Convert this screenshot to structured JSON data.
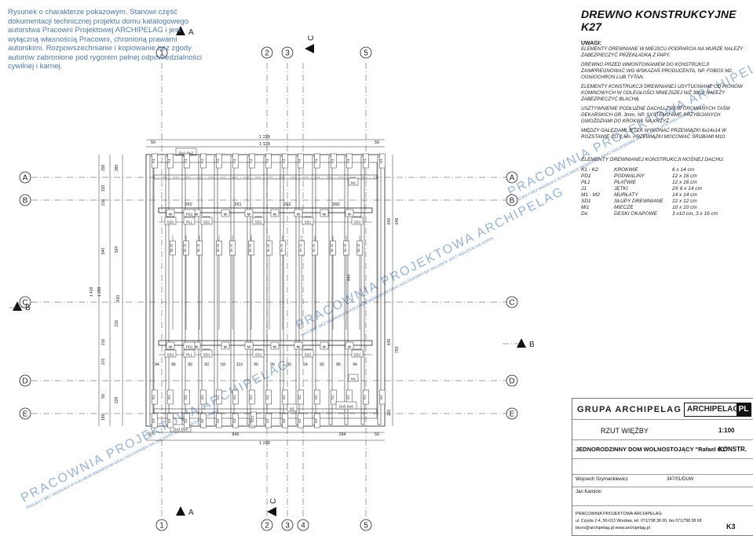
{
  "disclaimer": "Rysunek o charakterze pokazowym. Stanowi część dokumentacji technicznej projektu domu katalogowego autorstwa Pracowni Projektowej ARCHIPELAG i jest wyłączną własnością Pracowni, chronioną prawami autorskimi. Rozpowszechnianie i kopiowanie bez zgody autorów zabronione pod rygorem pełnej odpowiedzialności cywilnej i karnej.",
  "watermark": {
    "line1": "PRACOWNIA PROJEKTOWA ARCHIPELAG",
    "line2": "PROJEKT BEZ NADRUKU W KOLORZE NIEBIESKIM ORAZ HOLOGRAMU NA OKŁADCE JEST NIELEGALNĄ KOPIĄ"
  },
  "notes": {
    "title": "DREWNO KONSTRUKCYJNE K27",
    "uwagi_label": "UWAGI:",
    "paragraphs": [
      "ELEMENTY DREWNIANE W MIEJSCU PODPARCIA NA MURZE NALEŻY ZABEZPIECZYĆ PRZEKŁADKĄ Z PAPY.",
      "DREWNO PRZED WMONTOWANIEM DO KONSTRUKCJI ZAIMPREGNOWAĆ WG WSKAZAŃ PRODUCENTA, NP. FOBOS M2, OGNIOCHRON LUB TYTAN.",
      "ELEMENTY KONSTRUKCJI DREWNIANEJ USYTUOWANE OD PIONÓW KOMINOWYCH W ODLEGŁOŚCI MNIEJSZEJ NIŻ 30cm NALEŻY ZABEZPIECZYĆ BLACHĄ.",
      "USZTYWNIENIE PODŁUŻNE DACHU Z PERFOROWANYCH TAŚM DEKARSKICH GR. 3mm, NP. SYSTEMU BMF, PRZYBIJANYCH GWOŹDZIAMI DO KROKWI, NA KRZYŻ.",
      "MIĘDZY GAŁĘZIAMI JĘTEK WYKONAĆ PRZEWIĄZKI 6x14x14 W ROZSTAWIE CO 0,5m. PRZEWIĄZKI MOCOWAĆ ŚRUBAMI M10."
    ]
  },
  "elements": {
    "heading": "ELEMENTY DREWNIANEJ KONSTRUKCJI NOŚNEJ DACHU:",
    "rows": [
      [
        "K1 - K2",
        "KROKWIE",
        "6 x 14 cm"
      ],
      [
        "PD1",
        "PODWALINY",
        "12 x 16 cm"
      ],
      [
        "PŁ1",
        "PŁATWIE",
        "12 x 16 cm"
      ],
      [
        "J1",
        "JĘTKI",
        "2X 6 x 14 cm"
      ],
      [
        "M1 - M2",
        "MURŁATY",
        "14 x 14 cm"
      ],
      [
        "SD1",
        "SŁUPY DREWNIANE",
        "12 x 12 cm"
      ],
      [
        "Mi1",
        "MIECZE",
        "10 x 10 cm"
      ],
      [
        "Do",
        "DESKI OKAPOWE",
        "3 x10 cm, 3 x 16 cm"
      ]
    ]
  },
  "plan": {
    "axis_numbers_top": [
      "1",
      "2",
      "3",
      "5"
    ],
    "axis_numbers_bottom": [
      "1",
      "2",
      "3",
      "4",
      "5"
    ],
    "axis_letters": [
      "A",
      "B",
      "C",
      "D",
      "E"
    ],
    "section_marks": {
      "a": "A",
      "b": "B",
      "c": "C"
    },
    "dims_top": [
      "50",
      "1 228",
      "1 128",
      "50"
    ],
    "dims_bottom": [
      "47",
      "845",
      "284",
      "50",
      "1 228"
    ],
    "beam_spans": [
      "260",
      "261",
      "262",
      "260"
    ],
    "spacing_bottom": [
      "94",
      "86",
      "90",
      "90",
      "59",
      "110",
      "90",
      "90",
      "90",
      "64",
      "90",
      "86",
      "94"
    ],
    "left_dims": [
      "159",
      "120",
      "216",
      "540",
      "1 418",
      "1 298",
      "420",
      "216",
      "170",
      "59",
      "159",
      "385",
      "524",
      "216",
      "229"
    ],
    "right_dims": [
      "649",
      "649",
      "649",
      "769",
      "120"
    ],
    "tags": {
      "k1": "K1",
      "k2": "K2",
      "m1": "M1",
      "m2": "M2",
      "mi": "Mi",
      "pd1": "PD1",
      "pl1": "PŁ1",
      "sd1": "SD1",
      "j1": "2x J1",
      "do1do2": "Do1 Do2",
      "do3do4": "Do3 Do4",
      "do5do6": "Do5 Do6",
      "k2j": "K2J",
      "center": "444"
    }
  },
  "title_block": {
    "brand": "GRUPA ARCHIPELAG",
    "brand_box": "ARCHIPELAG",
    "brand_box_pl": "PL",
    "drawing_title": "RZUT WIĘŹBY",
    "scale": "1:100",
    "project": "JEDNORODZINNY DOM WOLNOSTOJĄCY \"Rafael G1\"",
    "branch": "KONSTR.",
    "author1": "Wojciech Szymankiewicz",
    "author1_no": "347/01/DUW",
    "author2": "Jan Karnicki",
    "company": "PRACOWNIA PROJEKTOWA ARCHIPELAG",
    "address": "ul. Czysta 2-4, 50-013 Wrocław, tel. 071/798 38 00, fax 071/798 38 69",
    "email": "biuro@archipelag.pl   www.archipelag.pl",
    "sheet": "K3"
  }
}
